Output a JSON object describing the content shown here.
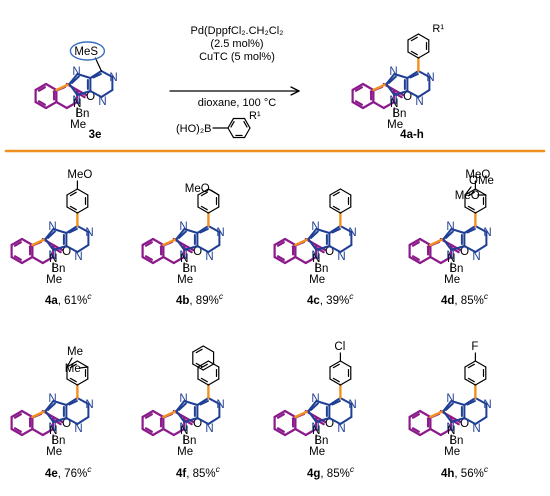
{
  "colors": {
    "quinolinone": "#8b1a8b",
    "purine": "#1f3f95",
    "new_bond": "#f0901e",
    "divider": "#f0901e",
    "highlight": "#3a6fc4"
  },
  "reaction": {
    "conditions": [
      "Pd(DppfCl₂.CH₂Cl₂",
      "(2.5 mol%)",
      "CuTC (5 mol%)",
      "dioxane, 100 °C"
    ],
    "boronic_acid": "(HO)₂B",
    "substituent": "R¹",
    "start_label": "3e",
    "product_label": "4a-h",
    "sme_label": "MeS"
  },
  "atoms": {
    "N": "N",
    "O": "O",
    "Me": "Me",
    "Bn": "Bn"
  },
  "compounds": [
    {
      "id": "4a",
      "yield": ", 61%",
      "sup": "c",
      "sub": "MeO"
    },
    {
      "id": "4b",
      "yield": ", 89%",
      "sup": "c",
      "sub": "MeO"
    },
    {
      "id": "4c",
      "yield": ", 39%",
      "sup": "c",
      "sub": ""
    },
    {
      "id": "4d",
      "yield": ", 85%",
      "sup": "c",
      "sub": "MeO"
    },
    {
      "id": "4e",
      "yield": ", 76%",
      "sup": "c",
      "sub": "Me"
    },
    {
      "id": "4f",
      "yield": ", 85%",
      "sup": "c",
      "sub": ""
    },
    {
      "id": "4g",
      "yield": ", 85%",
      "sup": "c",
      "sub": "Cl"
    },
    {
      "id": "4h",
      "yield": ", 56%",
      "sup": "c",
      "sub": "F"
    }
  ],
  "sub_extra": {
    "d_ome": "OMe",
    "d_meo2": "MeO",
    "e_me2": "Me"
  }
}
